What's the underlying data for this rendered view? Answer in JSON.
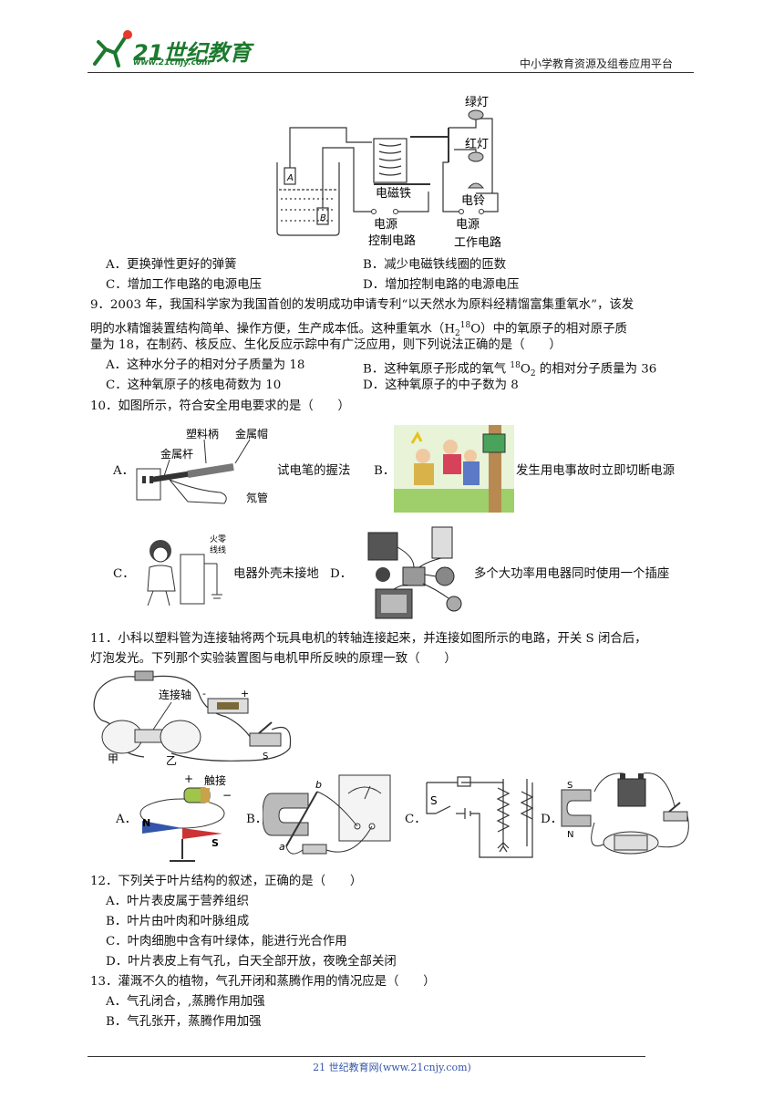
{
  "header": {
    "logo_main": "21世纪教育",
    "logo_url": "www.21cnjy.com",
    "platform": "中小学教育资源及组卷应用平台"
  },
  "q8": {
    "fig_labels": {
      "green": "绿灯",
      "red": "红灯",
      "magnet": "电磁铁",
      "bell": "电铃",
      "power_ctrl": "电源",
      "ctrl_circuit": "控制电路",
      "power_work": "电源",
      "work_circuit": "工作电路",
      "a": "A",
      "b": "B"
    },
    "options": {
      "a": "A．更换弹性更好的弹簧",
      "b": "B．减少电磁铁线圈的匝数",
      "c": "C．增加工作电路的电源电压",
      "d": "D．增加控制电路的电源电压"
    }
  },
  "q9": {
    "line1": "9．2003 年，我国科学家为我国首创的发明成功申请专利“以天然水为原料经精馏富集重氧水”，该发",
    "line2_a": "明的水精馏装置结构简单、操作方便，生产成本低。这种重氧水（H",
    "sub2": "2",
    "sup18": "18",
    "line2_b": "O）中的氧原子的相对原子质",
    "line3": "量为 18，在制药、核反应、生化反应示踪中有广泛应用，则下列说法正确的是（　　）",
    "opt_a": "A．这种水分子的相对分子质量为 18",
    "opt_b_pre": "B．这种氧原子形成的氧气",
    "opt_b_sup": "18",
    "opt_b_o": "O",
    "opt_b_sub": "2",
    "opt_b_post": "的相对分子质量为 36",
    "opt_c": "C．这种氧原子的核电荷数为 10",
    "opt_d": "D．这种氧原子的中子数为 8"
  },
  "q10": {
    "stem": "10．如图所示，符合安全用电要求的是（　　）",
    "a_letter": "A．",
    "a_text": "试电笔的握法",
    "a_fig": {
      "plastic": "塑料柄",
      "cap": "金属帽",
      "rod": "金属杆",
      "neon": "氖管"
    },
    "b_letter": "B．",
    "b_text": "发生用电事故时立即切断电源",
    "c_letter": "C．",
    "c_text": "电器外壳未接地",
    "c_fig": {
      "fire": "火零",
      "line": "线线"
    },
    "d_letter": "D．",
    "d_text": "多个大功率用电器同时使用一个插座"
  },
  "q11": {
    "line1": "11．小科以塑料管为连接轴将两个玩具电机的转轴连接起来，并连接如图所示的电路，开关 S 闭合后，",
    "line2": "灯泡发光。下列那个实验装置图与电机甲所反映的原理一致（　　）",
    "fig": {
      "axis": "连接轴",
      "jia": "甲",
      "yi": "乙",
      "s": "S",
      "minus": "-",
      "plus": "+"
    },
    "opt_a": "A．",
    "opt_b": "B．",
    "opt_c": "C．",
    "opt_d": "D．",
    "fig_a": {
      "touch": "触接",
      "plus": "+",
      "minus": "−",
      "n": "N",
      "s": "S"
    },
    "fig_b": {
      "a": "a",
      "b": "b"
    },
    "fig_c": {
      "s": "S"
    },
    "fig_d": {
      "s": "S",
      "n": "N"
    }
  },
  "q12": {
    "stem": "12．下列关于叶片结构的叙述，正确的是（　　）",
    "a": "A．叶片表皮属于营养组织",
    "b": "B．叶片由叶肉和叶脉组成",
    "c": "C．叶肉细胞中含有叶绿体，能进行光合作用",
    "d": "D．叶片表皮上有气孔，白天全部开放，夜晚全部关闭"
  },
  "q13": {
    "stem": "13．灌溉不久的植物，气孔开闭和蒸腾作用的情况应是（　　）",
    "a": "A．气孔闭合，,蒸腾作用加强",
    "b": "B．气孔张开，蒸腾作用加强"
  },
  "footer": {
    "text": "21 世纪教育网(www.21cnjy.com)"
  },
  "colors": {
    "logo_green": "#1c7a2e",
    "footer_blue": "#3355aa"
  }
}
